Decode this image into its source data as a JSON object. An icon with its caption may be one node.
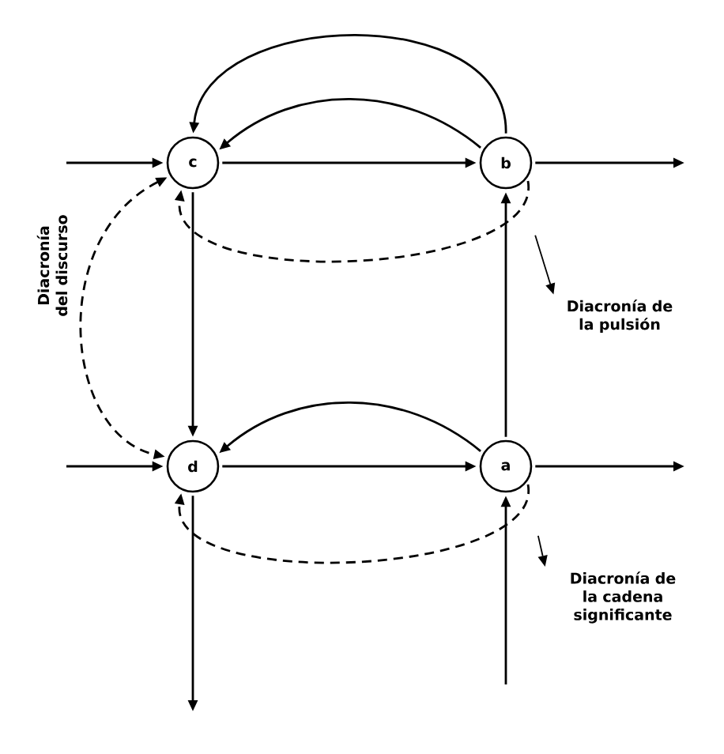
{
  "diagram": {
    "nodes": [
      {
        "text": [
          "c"
        ]
      },
      {
        "text": [
          "b"
        ]
      },
      {
        "text": [
          "d"
        ]
      },
      {
        "text": [
          "a"
        ]
      },
      {
        "text": [
          "Diacronía de la pulsión"
        ]
      },
      {
        "text": [
          "Diacronía de la cadena significante"
        ]
      }
    ],
    "edges": [
      {
        "from": null,
        "to": 0,
        "arrow": "to"
      },
      {
        "from": 0,
        "to": 1,
        "arrow": "to"
      },
      {
        "from": 1,
        "to": null,
        "arrow": "to"
      },
      {
        "from": 1,
        "to": 0,
        "arrow": "to"
      },
      {
        "from": 1,
        "to": 0,
        "arrow": "to"
      },
      {
        "from": 1,
        "to": 0,
        "arrow": "to",
        "style": "dashed"
      },
      {
        "from": 0,
        "to": 2,
        "arrow": "to"
      },
      {
        "from": 3,
        "to": 1,
        "arrow": "to"
      },
      {
        "from": 0,
        "to": 2,
        "arrow": "both",
        "style": "dashed"
      },
      {
        "from": null,
        "to": 2,
        "arrow": "to"
      },
      {
        "from": 2,
        "to": 3,
        "arrow": "to"
      },
      {
        "from": 3,
        "to": null,
        "arrow": "to"
      },
      {
        "from": 3,
        "to": 2,
        "arrow": "to"
      },
      {
        "from": 3,
        "to": 2,
        "arrow": "to",
        "style": "dashed"
      },
      {
        "from": 2,
        "to": null,
        "arrow": "to"
      },
      {
        "from": null,
        "to": 3,
        "arrow": "to"
      },
      {
        "from": null,
        "to": 4,
        "arrow": "to"
      },
      {
        "from": null,
        "to": 5,
        "arrow": "to"
      }
    ],
    "labels": [
      "Diacronía del discurso"
    ]
  }
}
